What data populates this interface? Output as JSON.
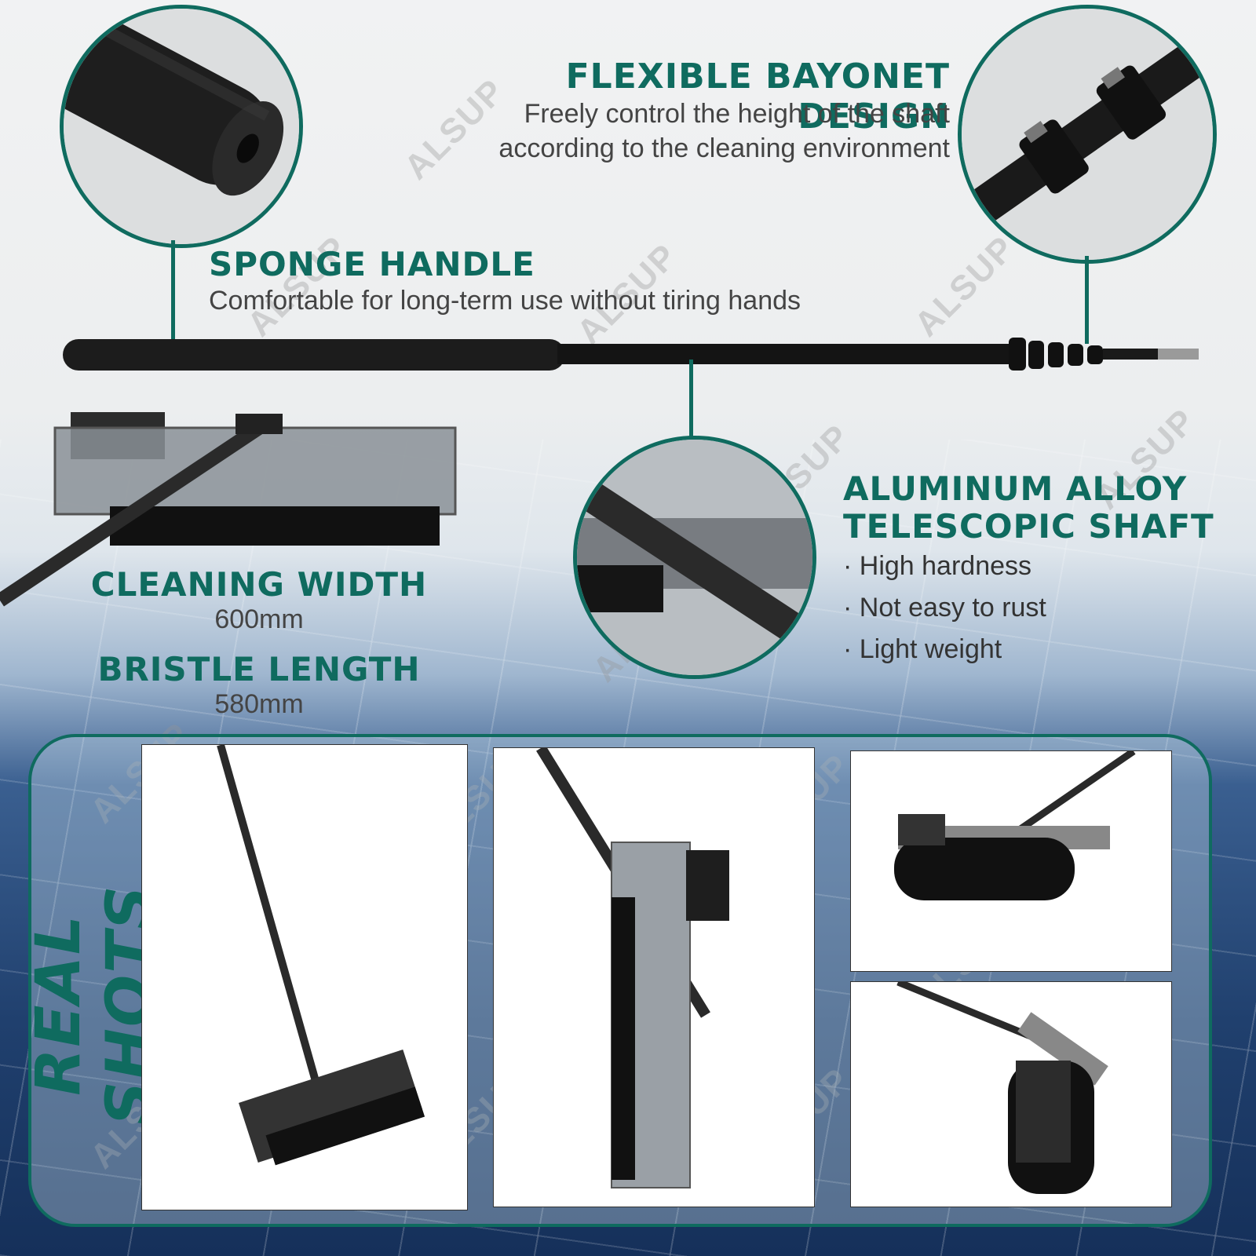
{
  "watermark": "ALSUP",
  "sections": {
    "bayonet": {
      "title": "FLEXIBLE BAYONET DESIGN",
      "line1": "Freely control the height of the shaft",
      "line2": "according to the cleaning environment"
    },
    "sponge": {
      "title": "SPONGE HANDLE",
      "text": "Comfortable for long-term use without tiring hands"
    },
    "shaft": {
      "title_line1": "ALUMINUM ALLOY",
      "title_line2": "TELESCOPIC SHAFT",
      "bullets": [
        "· High hardness",
        "· Not easy to rust",
        "· Light weight"
      ]
    },
    "cleaning_width": {
      "title": "CLEANING WIDTH",
      "value": "600mm"
    },
    "bristle_length": {
      "title": "BRISTLE LENGTH",
      "value": "580mm"
    }
  },
  "real_shots": {
    "label": "REAL SHOTS"
  },
  "colors": {
    "accent": "#0f6b5f",
    "text": "#444444"
  }
}
